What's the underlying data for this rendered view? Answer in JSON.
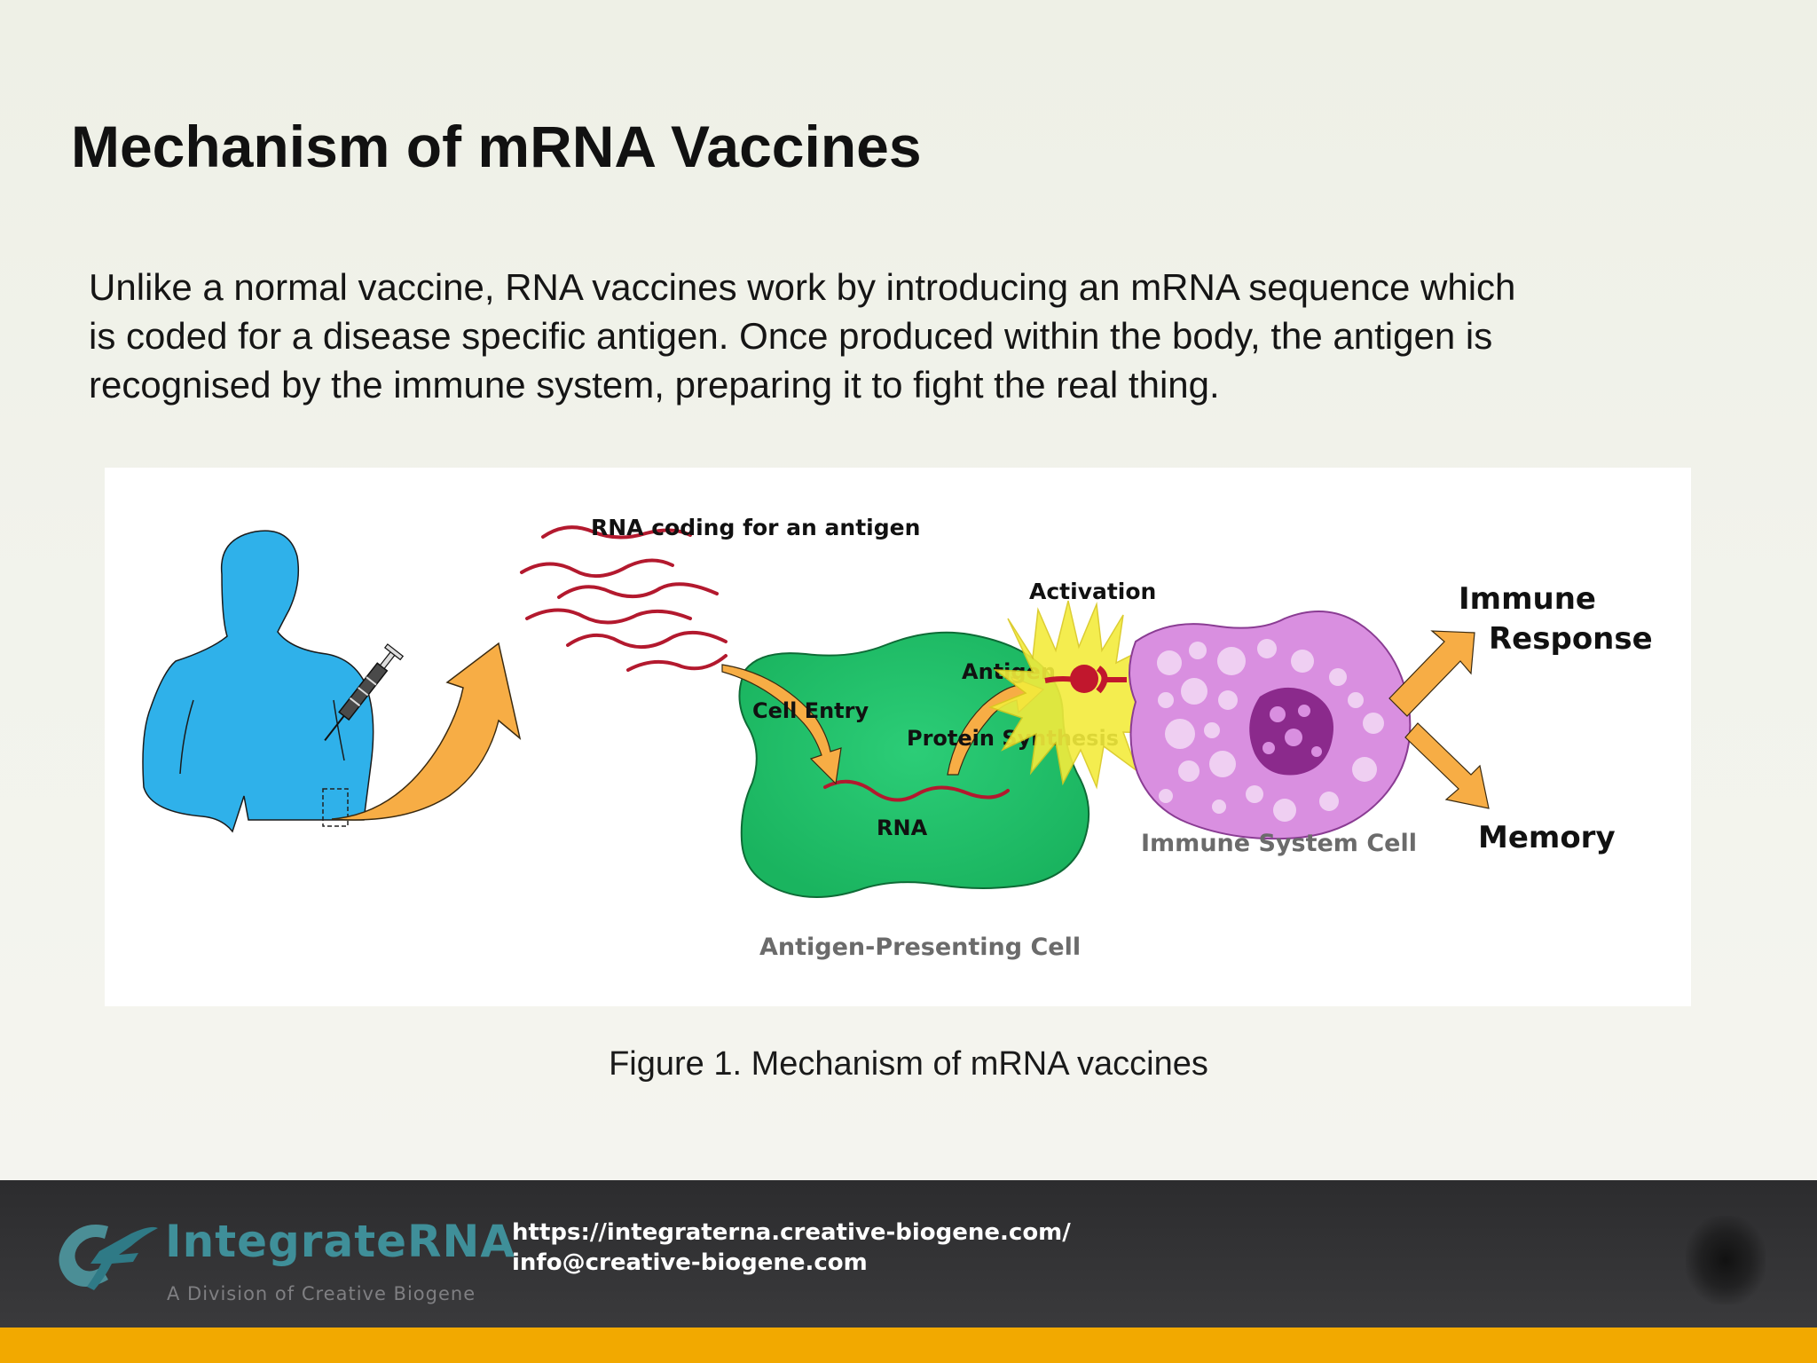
{
  "slide": {
    "title": "Mechanism of mRNA Vaccines",
    "intro_lines": [
      "Unlike a normal vaccine, RNA vaccines work by introducing an mRNA sequence which",
      "is coded for a disease specific antigen. Once produced within the body, the antigen is",
      "recognised by the immune system, preparing it to fight the real thing."
    ]
  },
  "diagram": {
    "labels": {
      "rna_coding": "RNA coding for an antigen",
      "activation": "Activation",
      "immune_1": "Immune",
      "immune_2": "Response",
      "antigen": "Antigen",
      "cell_entry": "Cell Entry",
      "protein_synthesis": "Protein Synthesis",
      "rna": "RNA",
      "immune_cell": "Immune System Cell",
      "memory": "Memory",
      "apc": "Antigen-Presenting Cell"
    },
    "colors": {
      "human": "#2fb1ea",
      "apc": "#22c06a",
      "immune_cell": "#d98fe0",
      "nucleus": "#8b2a8c",
      "arrow": "#f7ad45",
      "rna": "#b3192e",
      "burst": "#f3ec3c"
    },
    "caption": "Figure 1. Mechanism of mRNA vaccines"
  },
  "footer": {
    "logo_name": "IntegrateRNA",
    "logo_tagline": "A Division of Creative Biogene",
    "url": "https://integraterna.creative-biogene.com/",
    "email": "info@creative-biogene.com",
    "accent_color": "#f2a900"
  }
}
